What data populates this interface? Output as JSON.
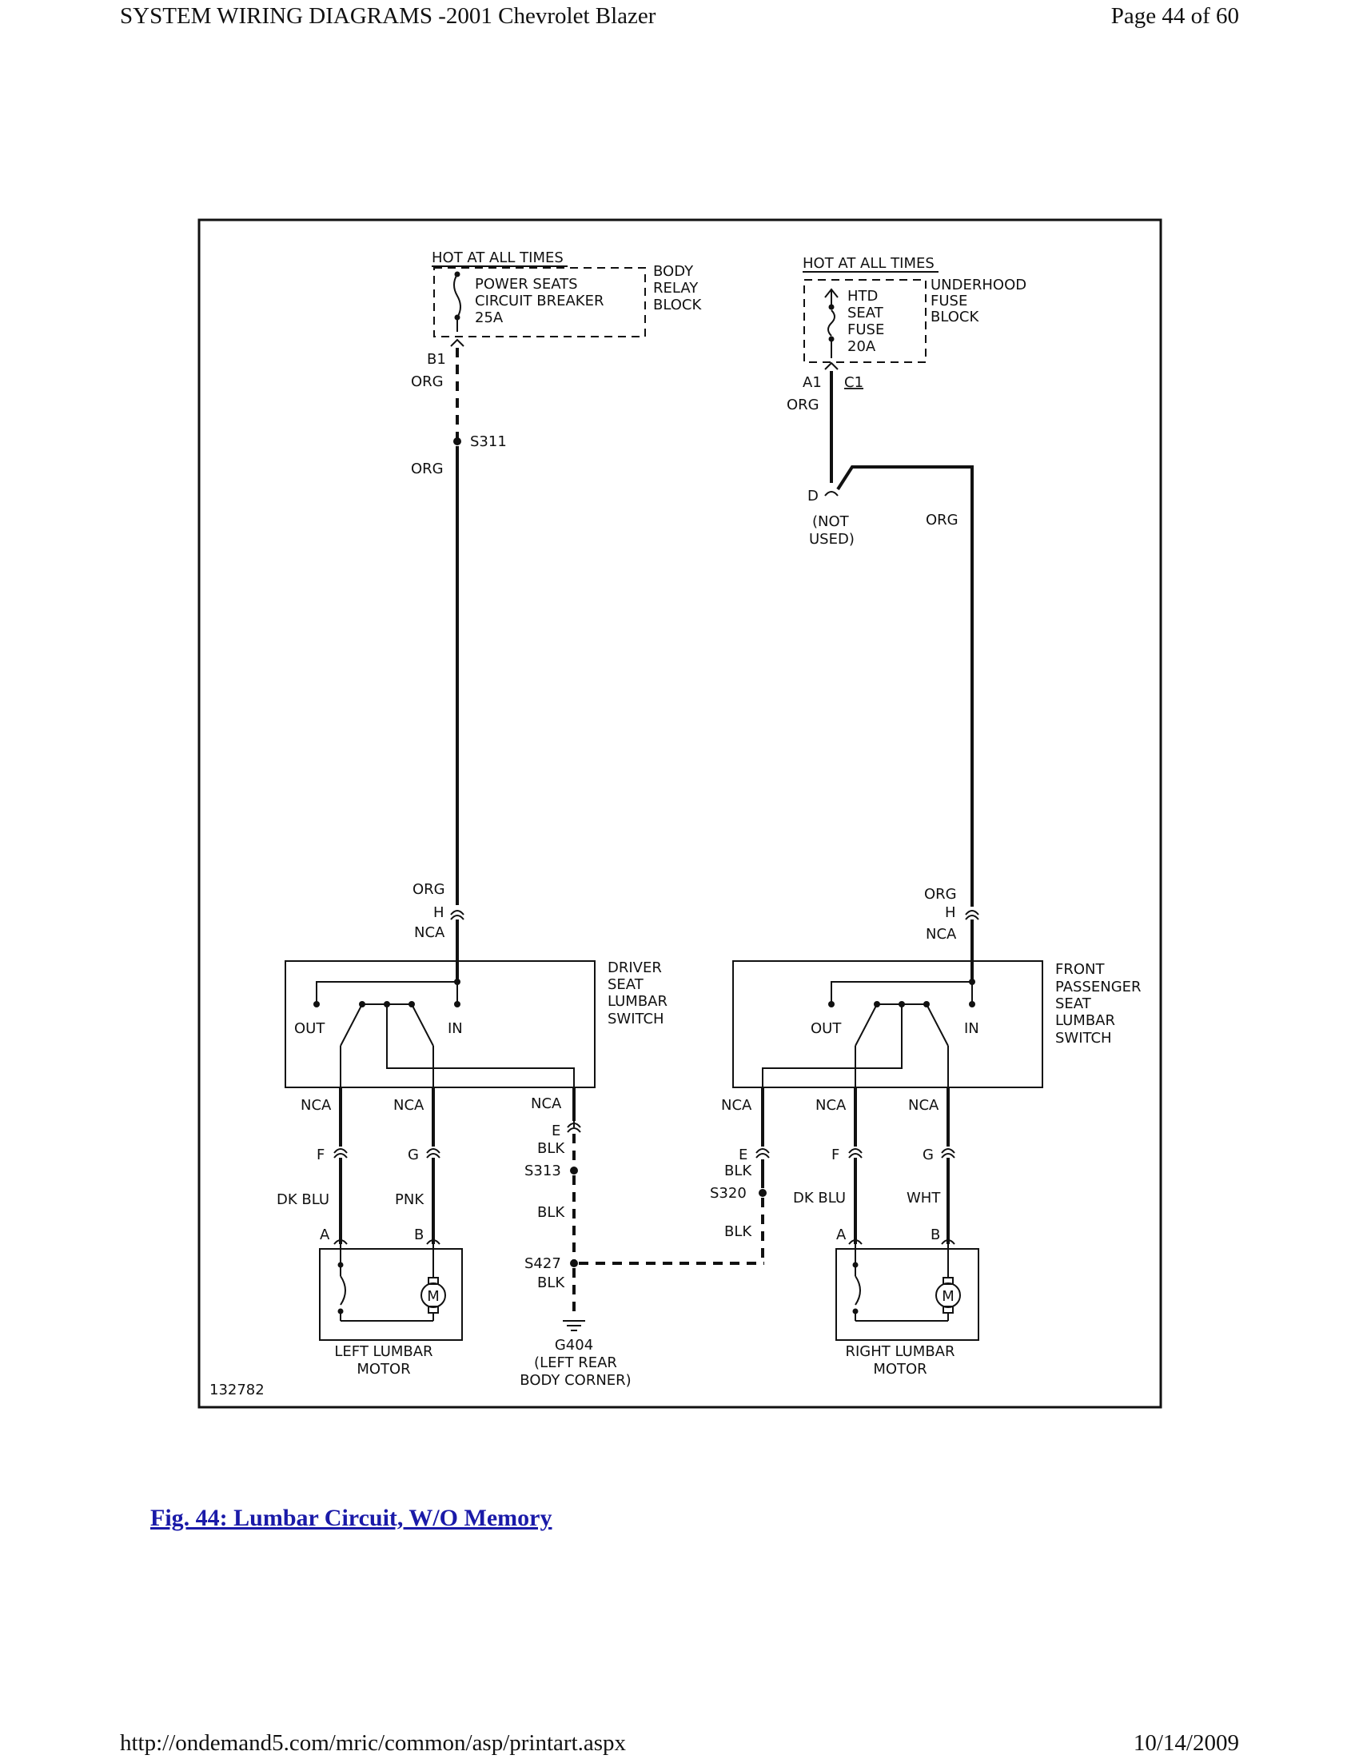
{
  "header": {
    "title": "SYSTEM WIRING DIAGRAMS -2001 Chevrolet Blazer",
    "page": "Page 44 of 60"
  },
  "footer": {
    "url": "http://ondemand5.com/mric/common/asp/printart.aspx",
    "date": "10/14/2009"
  },
  "caption": "Fig. 44: Lumbar Circuit, W/O Memory",
  "diagram": {
    "id": "132782",
    "left_feed": {
      "hot": "HOT AT ALL TIMES",
      "device": [
        "POWER SEATS",
        "CIRCUIT BREAKER",
        "25A"
      ],
      "block": [
        "BODY",
        "RELAY",
        "BLOCK"
      ],
      "pin": "B1",
      "wire1": "ORG",
      "splice": "S311",
      "wire2": "ORG"
    },
    "right_feed": {
      "hot": "HOT AT ALL TIMES",
      "device": [
        "HTD",
        "SEAT",
        "FUSE",
        "20A"
      ],
      "block": [
        "UNDERHOOD",
        "FUSE",
        "BLOCK"
      ],
      "pin": "A1",
      "connector": "C1",
      "wire1": "ORG",
      "pin_d": "D",
      "not_used": [
        "(NOT",
        "USED)"
      ],
      "wire2": "ORG"
    },
    "driver_switch": {
      "top": {
        "wire": "ORG",
        "pin": "H",
        "term": "NCA"
      },
      "label": [
        "DRIVER",
        "SEAT",
        "LUMBAR",
        "SWITCH"
      ],
      "out": "OUT",
      "in": "IN",
      "bottom": [
        "NCA",
        "NCA",
        "NCA"
      ]
    },
    "passenger_switch": {
      "top": {
        "wire": "ORG",
        "pin": "H",
        "term": "NCA"
      },
      "label": [
        "FRONT",
        "PASSENGER",
        "SEAT",
        "LUMBAR",
        "SWITCH"
      ],
      "out": "OUT",
      "in": "IN",
      "bottom": [
        "NCA",
        "NCA",
        "NCA"
      ]
    },
    "left_motor": {
      "pins": [
        "F",
        "G"
      ],
      "wires": [
        "DK BLU",
        "PNK"
      ],
      "motor_pins": [
        "A",
        "B"
      ],
      "symbol": "M",
      "label": [
        "LEFT LUMBAR",
        "MOTOR"
      ]
    },
    "right_motor": {
      "pins": [
        "F",
        "G"
      ],
      "wires": [
        "DK BLU",
        "WHT"
      ],
      "motor_pins": [
        "A",
        "B"
      ],
      "symbol": "M",
      "label": [
        "RIGHT LUMBAR",
        "MOTOR"
      ]
    },
    "ground_left": {
      "pin": "E",
      "wire1": "BLK",
      "splice1": "S313",
      "wire2": "BLK",
      "splice2": "S427",
      "wire3": "BLK"
    },
    "ground_right": {
      "pin": "E",
      "wire1": "BLK",
      "splice": "S320",
      "wire2": "BLK"
    },
    "ground": {
      "name": "G404",
      "desc": [
        "(LEFT REAR",
        "BODY CORNER)"
      ]
    }
  }
}
